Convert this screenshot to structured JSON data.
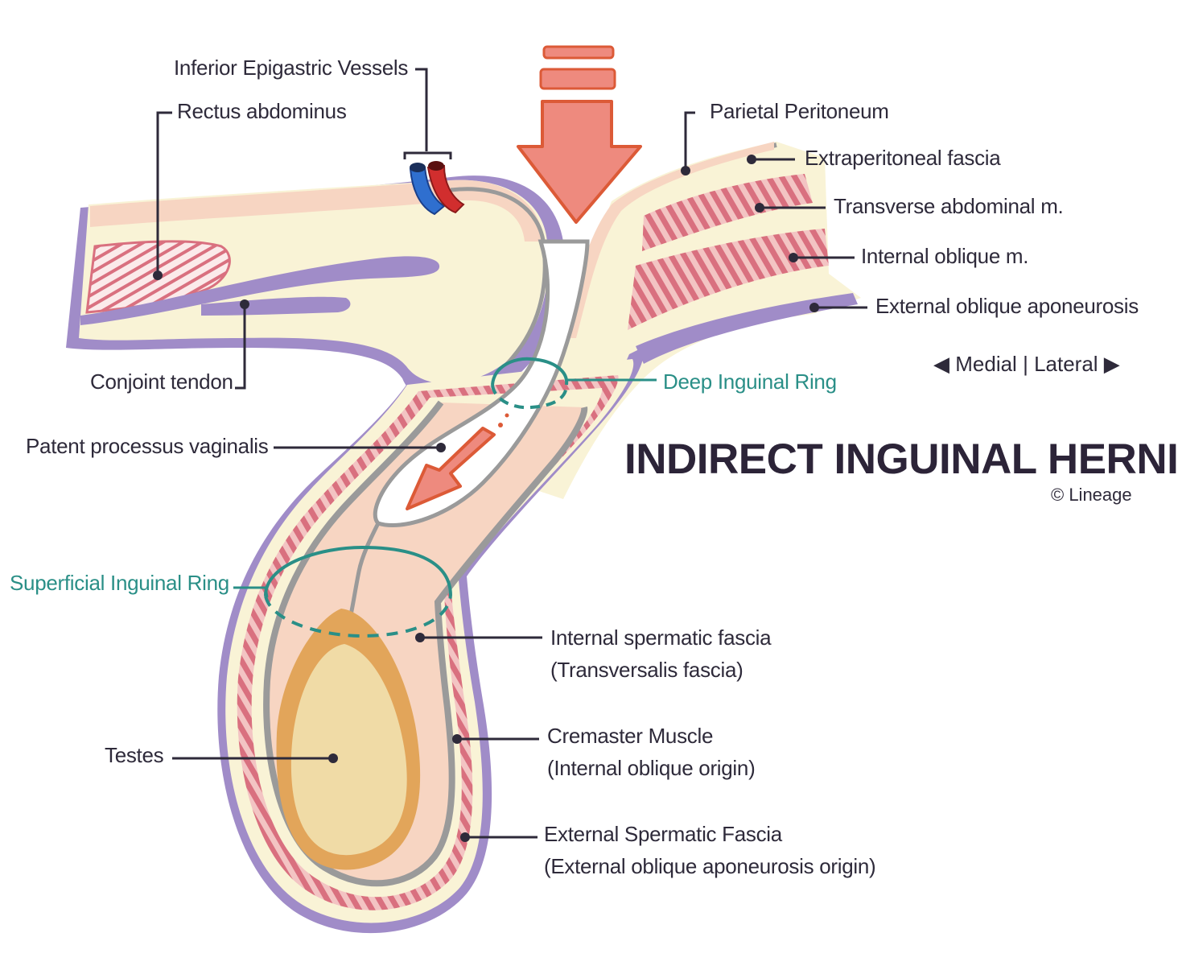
{
  "title": "INDIRECT INGUINAL HERNIA",
  "credit": "© Lineage",
  "orientation": {
    "left_marker": "◀",
    "medial": "Medial",
    "separator": "|",
    "lateral": "Lateral",
    "right_marker": "▶"
  },
  "labels": {
    "inferior_epigastric_vessels": "Inferior Epigastric Vessels",
    "rectus_abdominus": "Rectus abdominus",
    "conjoint_tendon": "Conjoint tendon",
    "patent_processus_vaginalis": "Patent processus vaginalis",
    "superficial_inguinal_ring": "Superficial Inguinal Ring",
    "testes": "Testes",
    "parietal_peritoneum": "Parietal Peritoneum",
    "extraperitoneal_fascia": "Extraperitoneal fascia",
    "transverse_abdominal": "Transverse abdominal m.",
    "internal_oblique": "Internal oblique m.",
    "external_oblique_aponeurosis": "External oblique aponeurosis",
    "deep_inguinal_ring": "Deep Inguinal Ring",
    "internal_spermatic_fascia": "Internal spermatic fascia",
    "internal_spermatic_fascia_sub": "(Transversalis fascia)",
    "cremaster_muscle": "Cremaster Muscle",
    "cremaster_muscle_sub": "(Internal oblique origin)",
    "external_spermatic_fascia": "External Spermatic Fascia",
    "external_spermatic_fascia_sub": "(External oblique aponeurosis origin)"
  },
  "colors": {
    "purple": "#a08cc8",
    "muscle_pink": "#d9707f",
    "cream": "#f9f3d6",
    "peach": "#f7d5c2",
    "grey_line": "#9a9a9a",
    "teal": "#2a8f87",
    "arrow_fill": "#ee8a7e",
    "arrow_stroke": "#dc5a37",
    "testis_outer": "#e2a55a",
    "testis_inner": "#f0dba6",
    "leader": "#2e2a3a",
    "vein": "#2f6fcf",
    "artery": "#d12e2e"
  }
}
